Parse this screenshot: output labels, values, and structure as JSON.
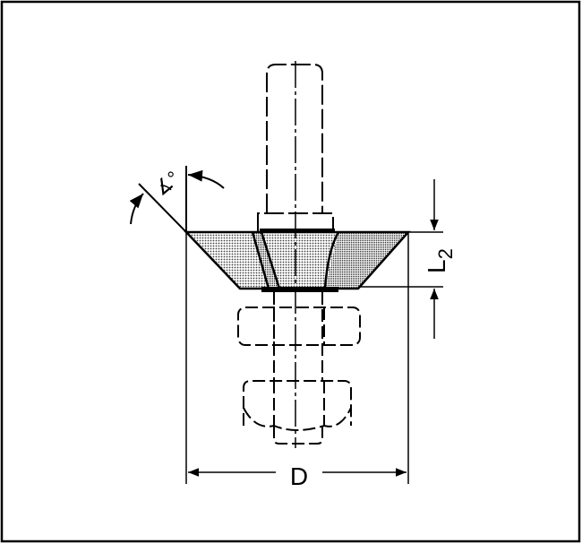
{
  "diagram": {
    "angle_label": "∡°",
    "height_label": "L",
    "height_subscript": "2",
    "diameter_label": "D",
    "colors": {
      "line": "#000000",
      "background": "#ffffff",
      "fill_light": "#bdbdbd",
      "fill_dark": "#8a8a8a"
    }
  }
}
